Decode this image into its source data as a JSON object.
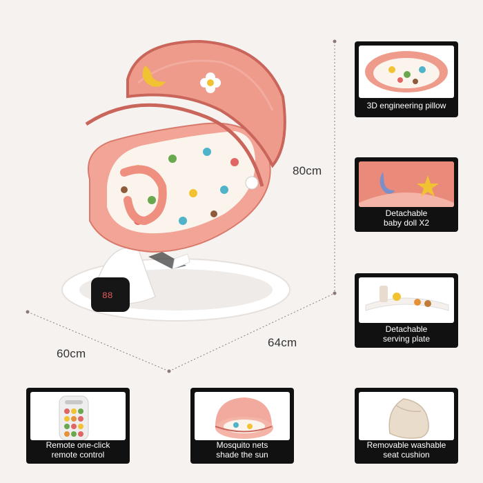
{
  "dimensions": {
    "height": "80cm",
    "depth": "60cm",
    "width": "64cm"
  },
  "features": {
    "pillow": {
      "lines": [
        "3D engineering pillow"
      ]
    },
    "doll": {
      "lines": [
        "Detachable",
        "baby doll X2"
      ]
    },
    "plate": {
      "lines": [
        "Detachable",
        "serving plate"
      ]
    },
    "remote": {
      "lines": [
        "Remote one-click",
        "remote control"
      ]
    },
    "nets": {
      "lines": [
        "Mosquito nets",
        "shade the sun"
      ]
    },
    "cushion": {
      "lines": [
        "Removable washable",
        "seat cushion"
      ]
    }
  },
  "display_readout": "88",
  "colors": {
    "background": "#f6f2ef",
    "canopy": "#ee9b8c",
    "canopy_rim": "#c9655a",
    "seat": "#f2a596",
    "base": "#ffffff",
    "card": "#111111",
    "dim_line": "#8a7a74"
  }
}
